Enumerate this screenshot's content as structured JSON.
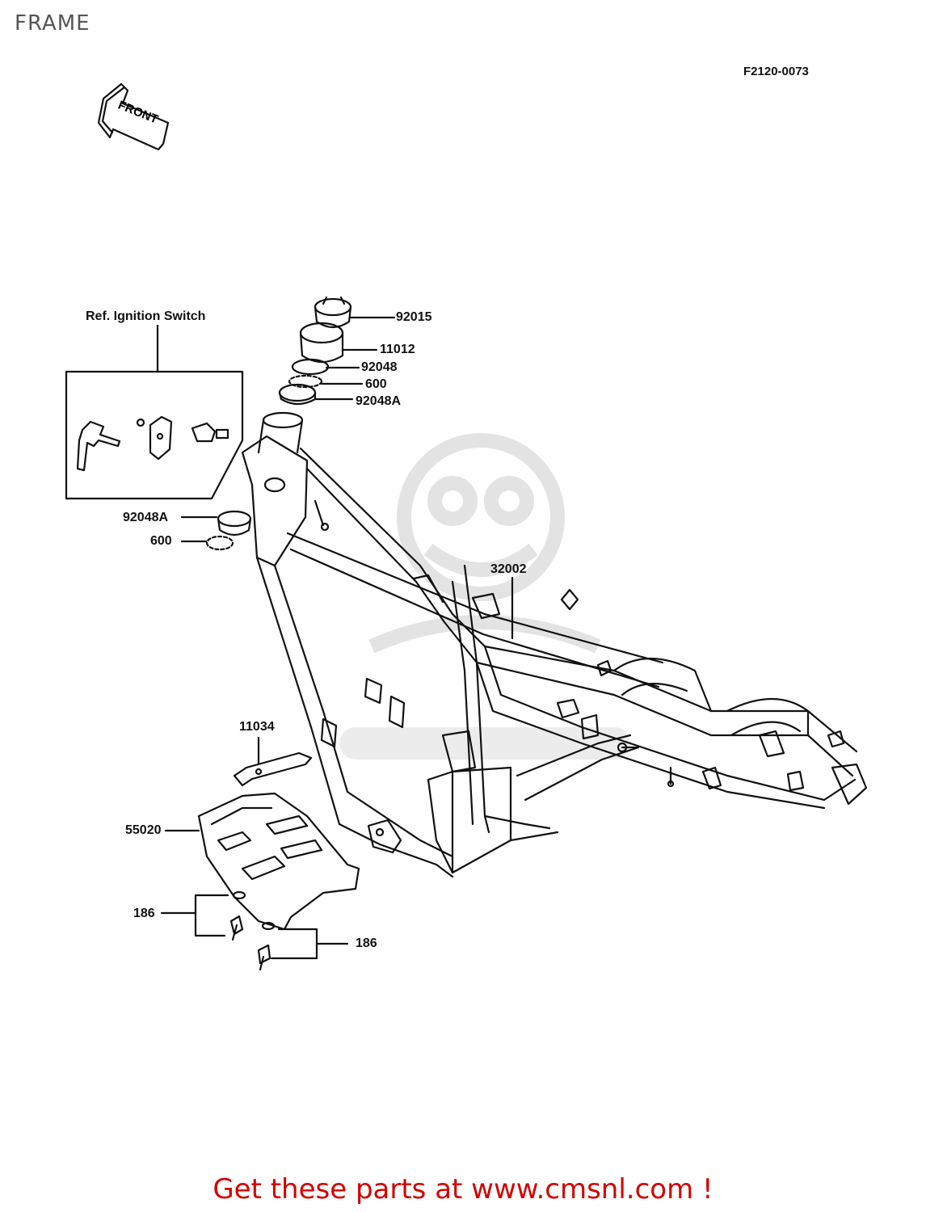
{
  "title": "FRAME",
  "diagram_code": "F2120-0073",
  "front_arrow_label": "FRONT",
  "ref_label": "Ref. Ignition Switch",
  "parts": {
    "p92015": "92015",
    "p11012": "11012",
    "p92048": "92048",
    "p600_top": "600",
    "p92048A_top": "92048A",
    "p92048A_bottom": "92048A",
    "p600_bottom": "600",
    "p32002": "32002",
    "p11034": "11034",
    "p55020": "55020",
    "p186_left": "186",
    "p186_right": "186"
  },
  "footer_text": "Get these parts at www.cmsnl.com !"
}
